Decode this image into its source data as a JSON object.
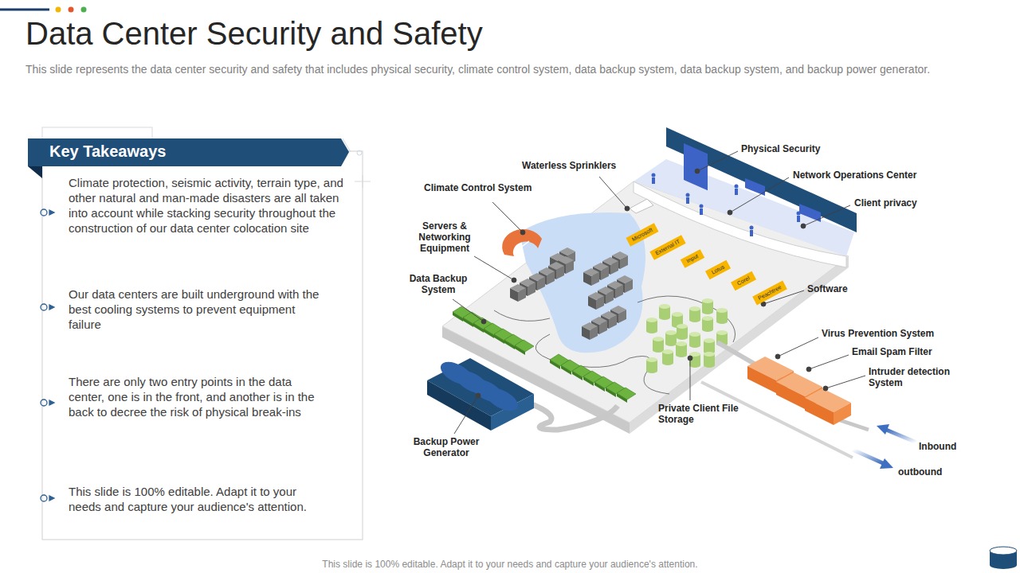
{
  "diagram": {
    "title": "Data Center Security and Safety",
    "caption": "This slide represents the data center security and safety that includes physical security, climate control system, data backup system, data backup system, and backup power generator.",
    "nodes": [
      {
        "text": [
          "Key Takeaways",
          "Climate protection, seismic activity, terrain type, and other natural and man-made disasters are all taken into account while stacking security throughout the construction of our data center colocation site",
          "Our data centers are built underground with the best cooling systems to prevent equipment failure",
          "There are only two entry points in the data center, one is in the front, and another is in the back to decree the risk of physical break-ins",
          "This slide is 100% editable. Adapt it to your needs and capture your audience's attention."
        ]
      },
      {
        "text": [
          "Microsoft"
        ]
      },
      {
        "text": [
          "External IT"
        ]
      },
      {
        "text": [
          "Input"
        ]
      },
      {
        "text": [
          "Lotus"
        ]
      },
      {
        "text": [
          "Corel"
        ]
      },
      {
        "text": [
          "Peachtree"
        ]
      }
    ],
    "labels": [
      "Physical Security",
      "Network Operations Center",
      "Client privacy",
      "Waterless Sprinklers",
      "Climate Control System",
      "Servers & Networking Equipment",
      "Data Backup System",
      "Software",
      "Virus Prevention System",
      "Email Spam Filter",
      "Intruder detection System",
      "Private Client File Storage",
      "Backup Power Generator",
      "Inbound",
      "outbound",
      "This slide is 100% editable. Adapt it to your needs and capture your audience's attention."
    ]
  }
}
